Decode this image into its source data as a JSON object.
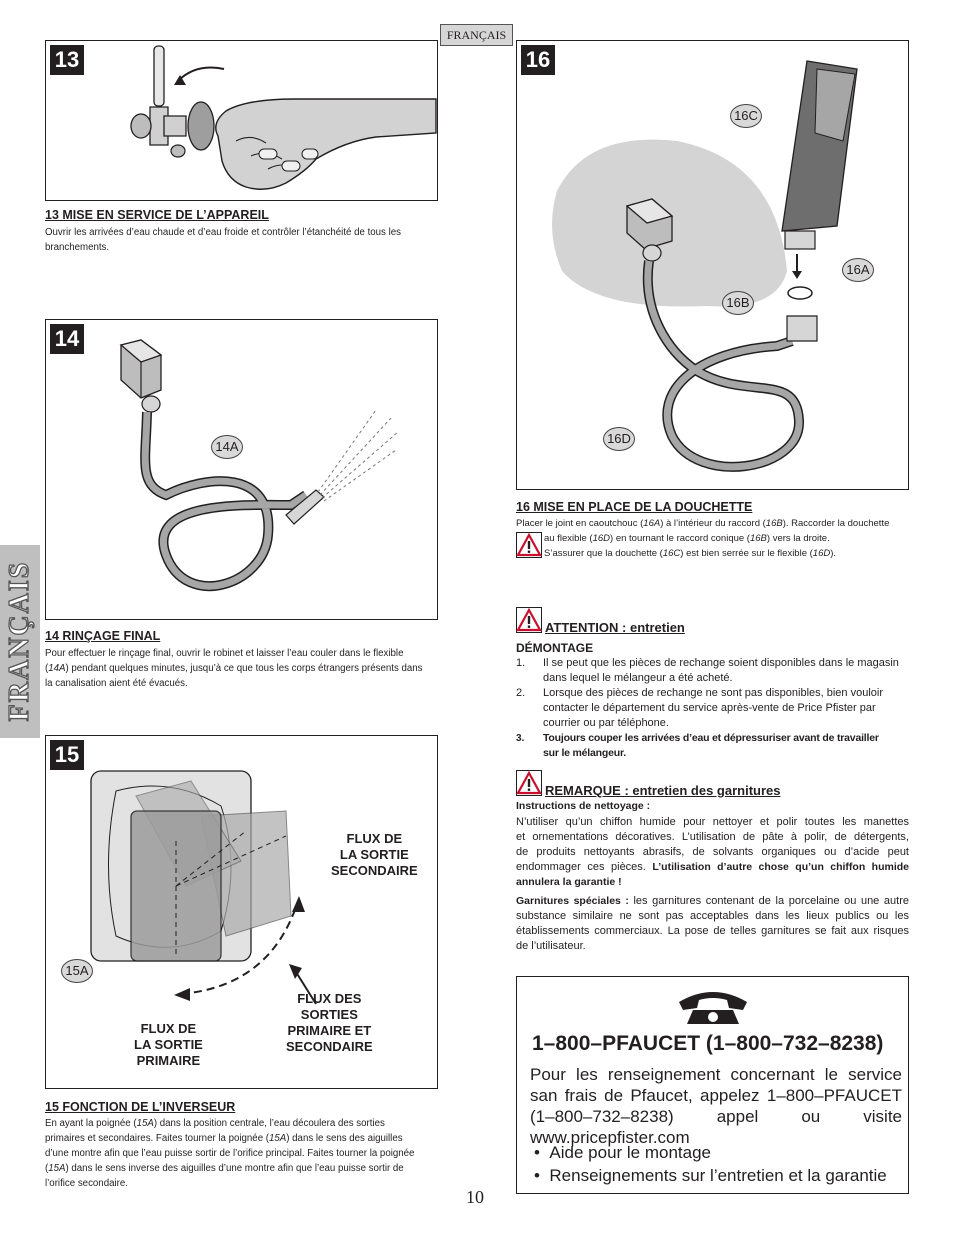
{
  "header": {
    "language_tag": "FRANÇAIS"
  },
  "side_tab": {
    "label": "FRANÇAIS"
  },
  "figures": {
    "f13": {
      "num": "13"
    },
    "f14": {
      "num": "14",
      "callout": "14A"
    },
    "f15": {
      "num": "15",
      "callout": "15A",
      "label_secondary": "FLUX DE\nLA SORTIE\nSECONDAIRE",
      "label_both": "FLUX DES\nSORTIES\nPRIMAIRE ET\nSECONDAIRE",
      "label_primary": "FLUX DE\nLA SORTIE\nPRIMAIRE"
    },
    "f16": {
      "num": "16",
      "callout_c": "16C",
      "callout_a": "16A",
      "callout_b": "16B",
      "callout_d": "16D"
    }
  },
  "section13": {
    "title": "13  MISE EN SERVICE DE L’APPAREIL",
    "line1": "Ouvrir les arrivées d’eau chaude et d’eau froide et contrôler l’étanchéité de tous les",
    "line2": "branchements."
  },
  "section14": {
    "title": "14  RINÇAGE FINAL",
    "l1": "Pour effectuer le rinçage final, ouvrir le robinet et laisser l’eau couler dans le flexible",
    "l2a": "(",
    "l2i": "14A",
    "l2b": ") pendant quelques minutes, jusqu’à ce que tous les corps étrangers présents dans",
    "l3": "la canalisation aient été évacués."
  },
  "section15": {
    "title": "15  FONCTION DE L’INVERSEUR",
    "l1a": "En ayant la poignée (",
    "l1i": "15A",
    "l1b": ") dans la position centrale, l’eau découlera des sorties",
    "l2a": "primaires et secondaires. Faites tourner la poignée (",
    "l2i": "15A",
    "l2b": ") dans le sens des aiguilles",
    "l3": "d’une montre afin que l’eau puisse sortir de l’orifice principal. Faites tourner la poignée",
    "l4a": "(",
    "l4i": "15A",
    "l4b": ") dans le sens inverse des aiguilles d’une montre afin que l’eau puisse sortir de",
    "l5": "l’orifice secondaire."
  },
  "section16": {
    "title": "16  MISE EN PLACE DE LA DOUCHETTE",
    "l1a": "Placer le joint en caoutchouc (",
    "l1i": "16A",
    "l1b": ") à l’intérieur du raccord (",
    "l1i2": "16B",
    "l1c": "). Raccorder la douchette",
    "l2a": "au flexible (",
    "l2i": "16D",
    "l2b": ") en tournant le raccord conique (",
    "l2i2": "16B",
    "l2c": ") vers la droite.",
    "l3a": "S’assurer que la douchette (",
    "l3i": "16C",
    "l3b": ") est bien serrée sur le flexible (",
    "l3i2": "16D",
    "l3c": ")."
  },
  "attention": {
    "title": "ATTENTION : entretien",
    "subtitle": "DÉMONTAGE",
    "items": [
      {
        "num": "1.",
        "l1": "Il se peut que les pièces de rechange soient disponibles dans le magasin",
        "l2": "dans lequel le mélangeur a été acheté."
      },
      {
        "num": "2.",
        "l1": "Lorsque des pièces de rechange ne sont pas disponibles, bien vouloir",
        "l2": "contacter le département du service après-vente de Price Pfister par",
        "l3": "courrier ou par téléphone."
      },
      {
        "num": "3.",
        "l1": "Toujours couper les arrivées d’eau et dépressuriser avant de travailler",
        "l2": "sur le mélangeur."
      }
    ]
  },
  "remarque": {
    "title": "REMARQUE : entretien des garnitures",
    "subtitle": "Instructions de nettoyage :",
    "l1": "N’utiliser qu’un chiffon humide pour nettoyer et polir toutes les manettes",
    "l2": "et ornementations décoratives. L’utilisation de pâte à polir, de détergents,",
    "l3": "de produits nettoyants abrasifs, de solvants organiques ou d’acide peut",
    "l4a": "endommager ces pièces. ",
    "l4b": "L’utilisation d’autre chose qu’un chiffon humide",
    "l5": "annulera la garantie !",
    "sp_label": "Garnitures spéciales :",
    "sp1": " les garnitures contenant de la porcelaine ou une autre",
    "sp2": "substance similaire ne sont pas acceptables dans les lieux publics ou les",
    "sp3": "établissements commerciaux. La pose de telles garnitures se fait aux risques",
    "sp4": "de l’utilisateur."
  },
  "contact": {
    "icon": "telephone-icon",
    "phone": "1–800–PFAUCET (1–800–732–8238)",
    "text": "Pour les renseignement concernant le service san frais de Pfaucet, appelez 1–800–PFAUCET (1–800–732–8238) appel ou visite www.pricepfister.com",
    "bullets": [
      "Aide pour le montage",
      "Renseignements sur l’entretien et la garantie"
    ]
  },
  "page_number": "10"
}
